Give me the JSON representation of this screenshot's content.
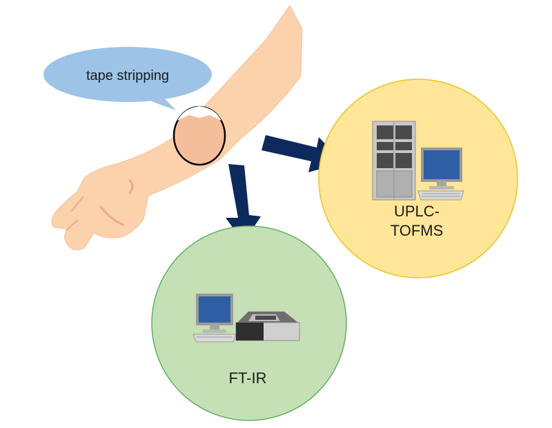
{
  "bubble": {
    "text": "tape stripping"
  },
  "nodes": {
    "uplc": {
      "line1": "UPLC-",
      "line2": "TOFMS"
    },
    "ftir": {
      "label": "FT-IR"
    }
  },
  "colors": {
    "skin": "#fbd2ac",
    "skin_line": "#f0a883",
    "bubble": "#9dc3e6",
    "uplc_circle_fill": "#ffe699",
    "uplc_circle_stroke": "#f2c21b",
    "ftir_circle_fill": "#c5e0b4",
    "ftir_circle_stroke": "#5bb35e",
    "arrow": "#0d2a5e",
    "monitor_screen": "#2e5fa3",
    "device_gray": "#b3b3b3"
  },
  "icons": {
    "arm": "arm-illustration",
    "tape": "tape-patch-icon",
    "uplc": "chromatography-instrument-icon",
    "computer": "desktop-computer-icon",
    "ftir": "ftir-spectrometer-icon"
  }
}
